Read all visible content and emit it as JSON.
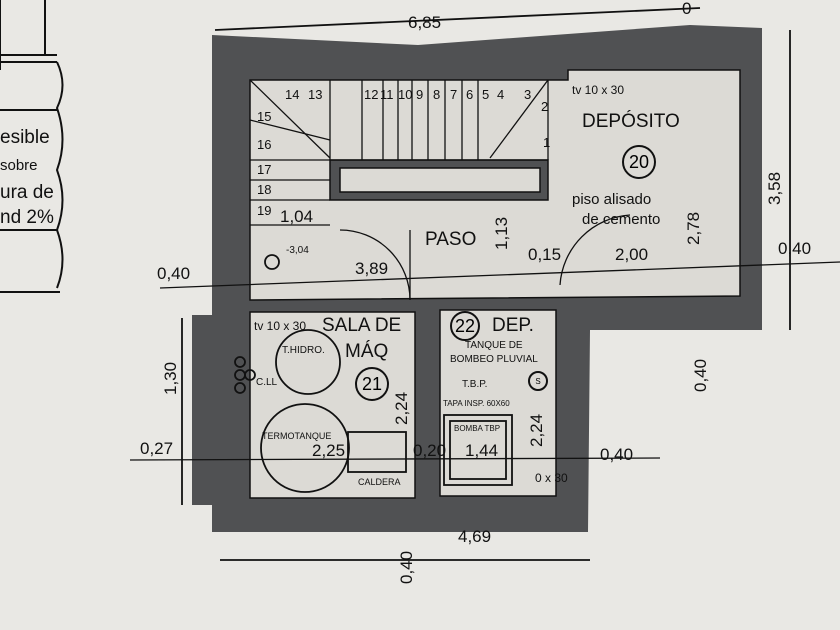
{
  "left_notes": [
    "esible",
    "sobre",
    "ura de",
    "nd 2%"
  ],
  "rooms": {
    "deposito": {
      "name": "DEPÓSITO",
      "number": "20",
      "floor": "piso alisado",
      "floor2": "de cemento",
      "vent": "tv 10 x 30"
    },
    "paso": {
      "name": "PASO"
    },
    "sala": {
      "name": "SALA DE",
      "name2": "MÁQ",
      "number": "21",
      "vent": "tv 10 x 30",
      "thidro": "T.HIDRO.",
      "termo": "TERMOTANQUE",
      "caldera": "CALDERA",
      "cll": "C.LL"
    },
    "dep22": {
      "name": "DEP.",
      "number": "22",
      "tank1": "TANQUE DE",
      "tank2": "BOMBEO PLUVIAL",
      "tbp": "T.B.P.",
      "tapa": "TAPA INSP. 60X60",
      "bomba": "BOMBA TBP",
      "vent": "0 x 30",
      "s": "S"
    }
  },
  "stairs": [
    "1",
    "2",
    "3",
    "4",
    "5",
    "6",
    "7",
    "8",
    "9",
    "10",
    "11",
    "12",
    "13",
    "14",
    "15",
    "16",
    "17",
    "18",
    "19"
  ],
  "level": "-3,04",
  "dimensions": {
    "top": "6,85",
    "right": "3,58",
    "r040": "0,40",
    "l040": "0,40",
    "w104": "1,04",
    "h113": "1,13",
    "w389": "3,89",
    "w015": "0,15",
    "w200": "2,00",
    "h278": "2,78",
    "h130": "1,30",
    "w027": "0,27",
    "h224a": "2,24",
    "h224b": "2,24",
    "w225": "2,25",
    "w020": "0,20",
    "w144": "1,44",
    "r040b": "0,40",
    "v040": "0,40",
    "w469": "4,69",
    "b040": "0,40",
    "top0": "0"
  }
}
